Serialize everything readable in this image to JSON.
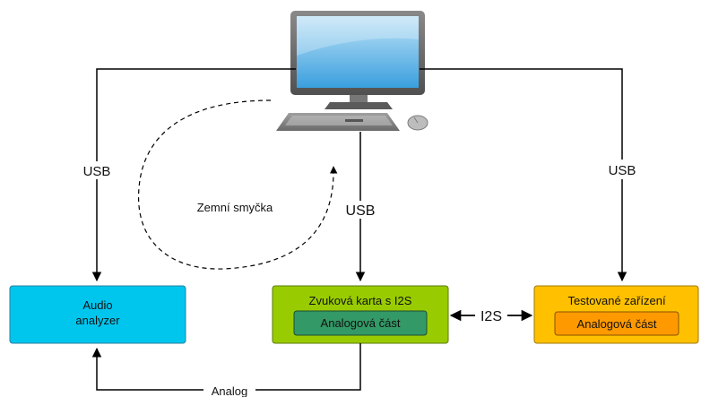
{
  "nodes": {
    "audio_analyzer": {
      "line1": "Audio",
      "line2": "analyzer",
      "color": "#00c6ee"
    },
    "sound_card": {
      "title": "Zvuková karta s I2S",
      "inner": "Analogová část",
      "color": "#99cc00",
      "inner_color": "#339966"
    },
    "tested_device": {
      "title": "Testované zařízení",
      "inner": "Analogová část",
      "color": "#ffc000",
      "inner_color": "#ff9900"
    }
  },
  "edges": {
    "usb_left": "USB",
    "usb_center": "USB",
    "usb_right": "USB",
    "i2s": "I2S",
    "analog": "Analog"
  },
  "annotations": {
    "ground_loop": "Zemní smyčka"
  }
}
